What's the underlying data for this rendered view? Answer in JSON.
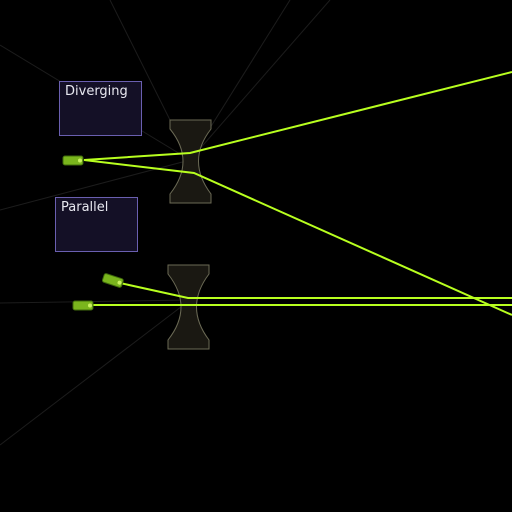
{
  "modes": {
    "diverging_label": "Diverging",
    "parallel_label": "Parallel"
  },
  "colors": {
    "background": "#000000",
    "beam": "#b8ff1f",
    "lens_fill": "#1a1812",
    "lens_edge": "#6b6a55",
    "laser_body": "#7ab51d",
    "button_fill": "#141026",
    "button_border": "#6a5fb0"
  },
  "scene": {
    "lenses": [
      "concave-lens-top",
      "concave-lens-bottom"
    ],
    "lasers": [
      "laser-diverging",
      "laser-parallel-tilted",
      "laser-parallel-straight"
    ]
  }
}
